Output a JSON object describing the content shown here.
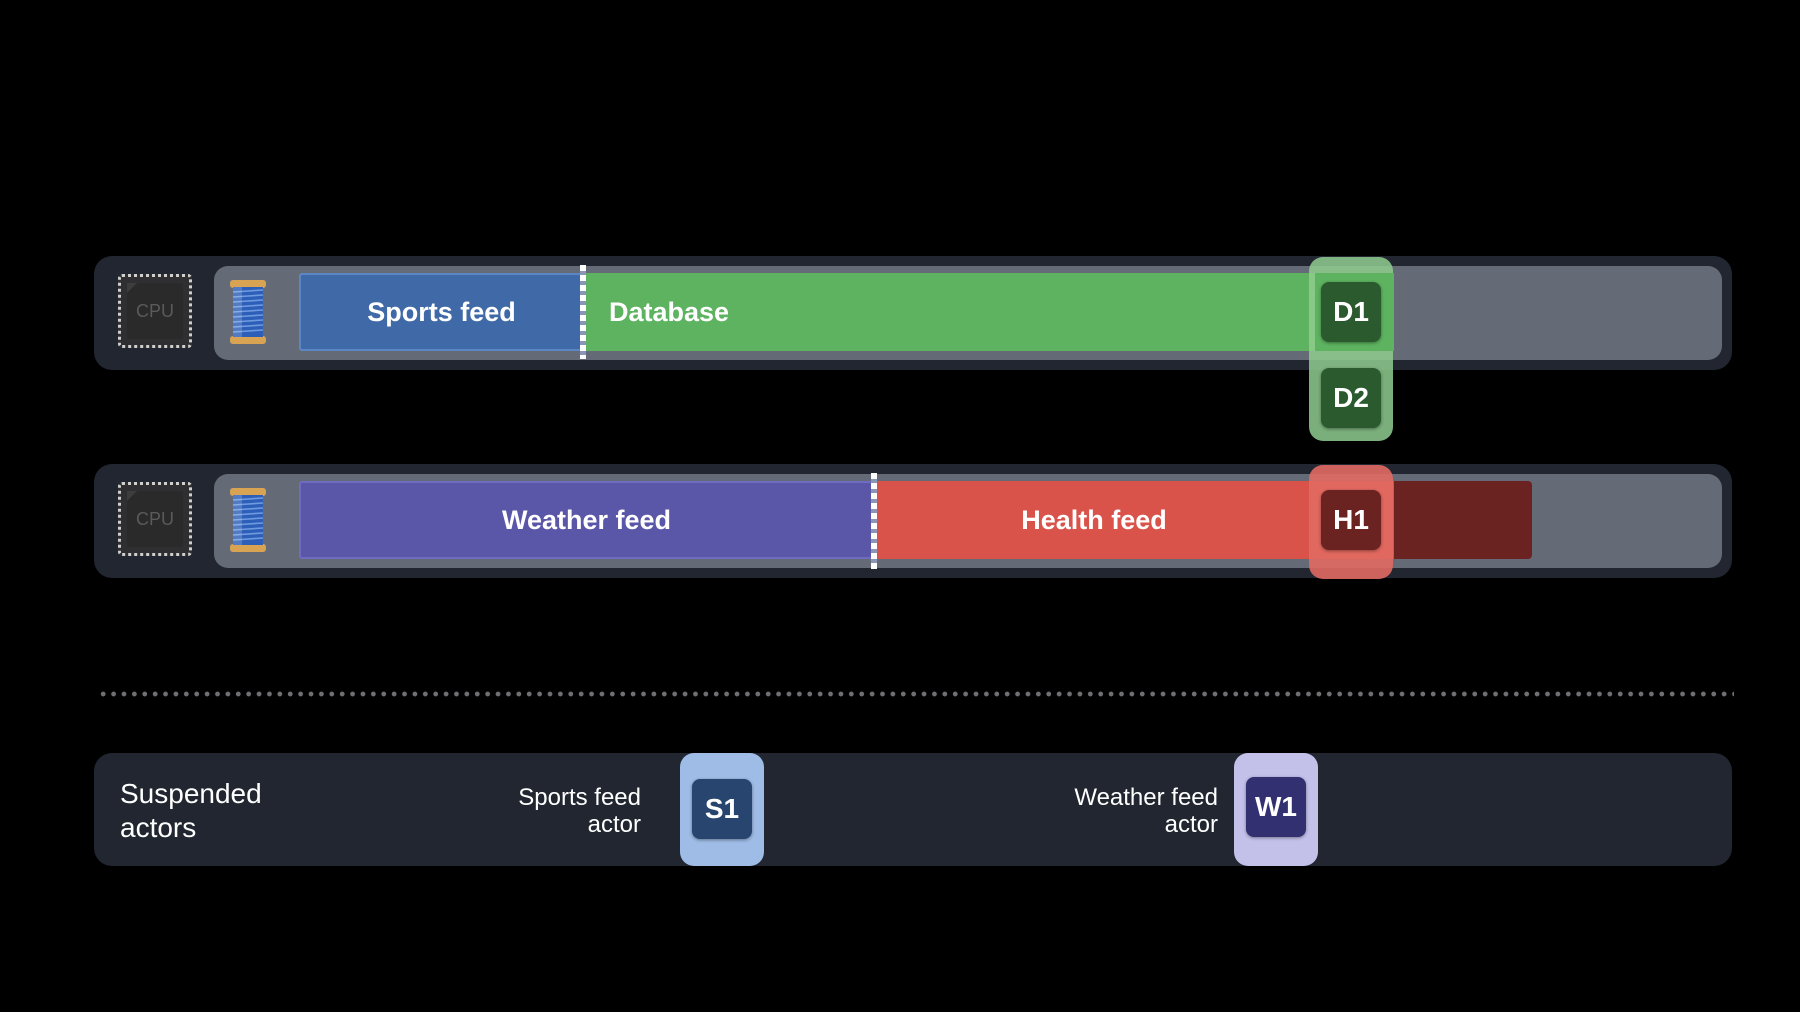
{
  "colors": {
    "background": "#000000",
    "panel": "#212630",
    "track": "#656b76",
    "sports": "#3f6aa7",
    "database": "#5db360",
    "weather": "#5a57a8",
    "health": "#d9534a",
    "health_dark": "#6b2321"
  },
  "rows": [
    {
      "cpu_label": "CPU",
      "segments": [
        {
          "label": "Sports feed"
        },
        {
          "label": "Database"
        }
      ],
      "badges": [
        "D1",
        "D2"
      ]
    },
    {
      "cpu_label": "CPU",
      "segments": [
        {
          "label": "Weather feed"
        },
        {
          "label": "Health feed"
        }
      ],
      "badges": [
        "H1"
      ]
    }
  ],
  "suspended": {
    "title": "Suspended actors",
    "actors": [
      {
        "label": "Sports feed actor",
        "badge": "S1"
      },
      {
        "label": "Weather feed actor",
        "badge": "W1"
      }
    ]
  },
  "icons": {
    "cpu": "cpu-chip-icon",
    "thread": "thread-spool-icon"
  }
}
